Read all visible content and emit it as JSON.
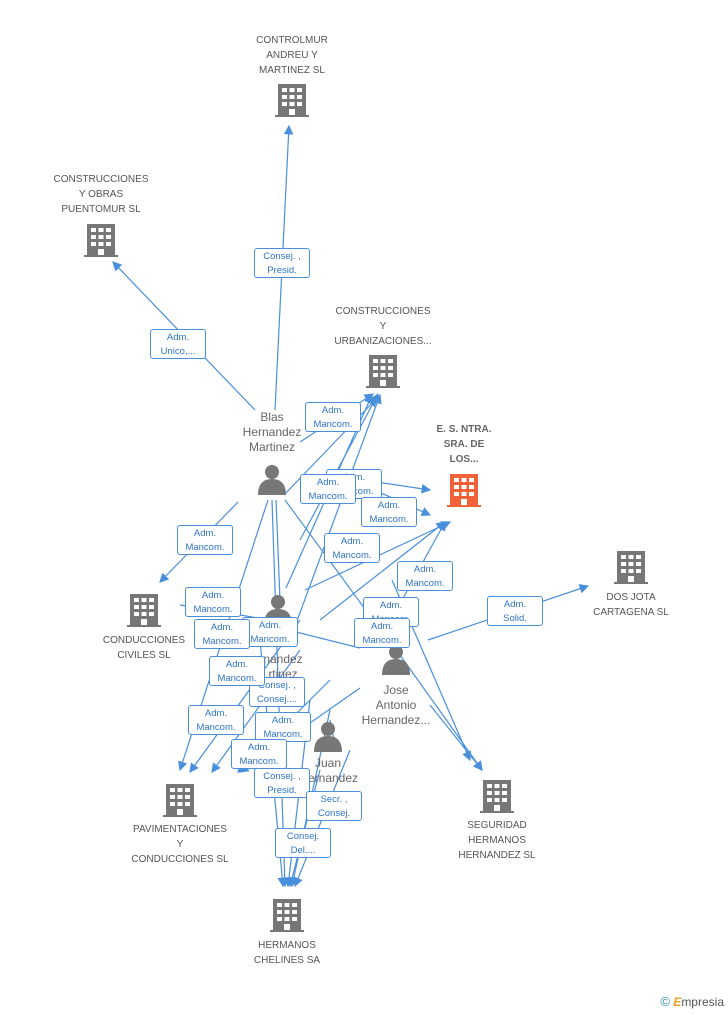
{
  "colors": {
    "edge": "#4a8fdc",
    "company": "#777777",
    "highlight": "#f0623a",
    "person": "#777777"
  },
  "companies": [
    {
      "id": "controlmur",
      "lines": [
        "CONTROLMUR",
        "ANDREU Y",
        "MARTINEZ SL"
      ],
      "icon": "building-icon"
    },
    {
      "id": "puentomur",
      "lines": [
        "CONSTRUCCIONES",
        "Y OBRAS",
        "PUENTOMUR SL"
      ],
      "icon": "building-icon"
    },
    {
      "id": "urbanizaciones",
      "lines": [
        "CONSTRUCCIONES",
        "Y",
        "URBANIZACIONES..."
      ],
      "icon": "building-icon"
    },
    {
      "id": "nstra",
      "lines": [
        "E. S. NTRA.",
        "SRA. DE",
        "LOS..."
      ],
      "icon": "building-icon",
      "highlight": true
    },
    {
      "id": "dosjota",
      "lines": [
        "DOS JOTA",
        "CARTAGENA SL"
      ],
      "icon": "building-icon"
    },
    {
      "id": "conducciones",
      "lines": [
        "CONDUCCIONES",
        "CIVILES SL"
      ],
      "icon": "building-icon"
    },
    {
      "id": "pavimentaciones",
      "lines": [
        "PAVIMENTACIONES",
        "Y",
        "CONDUCCIONES SL"
      ],
      "icon": "building-icon"
    },
    {
      "id": "seguridad",
      "lines": [
        "SEGURIDAD",
        "HERMANOS",
        "HERNANDEZ SL"
      ],
      "icon": "building-icon"
    },
    {
      "id": "chelines",
      "lines": [
        "HERMANOS",
        "CHELINES SA"
      ],
      "icon": "building-icon"
    }
  ],
  "persons": [
    {
      "id": "blas",
      "lines": [
        "Blas",
        "Hernandez",
        "Martinez"
      ],
      "icon": "person-icon"
    },
    {
      "id": "p2",
      "lines": [
        "...nandez",
        "...rtinez"
      ],
      "icon": "person-icon"
    },
    {
      "id": "jose",
      "lines": [
        "Jose",
        "Antonio",
        "Hernandez..."
      ],
      "icon": "person-icon"
    },
    {
      "id": "juan",
      "lines": [
        "Juan",
        "...ernandez",
        "..."
      ],
      "icon": "person-icon"
    }
  ],
  "edge_labels": [
    {
      "lines": [
        "Consej. ,",
        "Presid."
      ]
    },
    {
      "lines": [
        "Adm.",
        "Unico,..."
      ]
    },
    {
      "lines": [
        "Adm.",
        "Mancom."
      ]
    },
    {
      "lines": [
        "Adm.",
        "Mancom."
      ]
    },
    {
      "lines": [
        "Adm.",
        "Mancom."
      ]
    },
    {
      "lines": [
        "Adm.",
        "Mancom."
      ]
    },
    {
      "lines": [
        "Adm.",
        "Mancom."
      ]
    },
    {
      "lines": [
        "Adm.",
        "Mancom."
      ]
    },
    {
      "lines": [
        "Adm.",
        "Mancom."
      ]
    },
    {
      "lines": [
        "Adm.",
        "Solid."
      ]
    },
    {
      "lines": [
        "Adm.",
        "Mancom."
      ]
    },
    {
      "lines": [
        "Adm.",
        "Mancom."
      ]
    },
    {
      "lines": [
        "Adm.",
        "Mancom."
      ]
    },
    {
      "lines": [
        "Adm.",
        "Mancom."
      ]
    },
    {
      "lines": [
        "Adm.",
        "Mancom."
      ]
    },
    {
      "lines": [
        "Consej. ,",
        "Consej...."
      ]
    },
    {
      "lines": [
        "Adm.",
        "Mancom."
      ]
    },
    {
      "lines": [
        "Adm.",
        "Mancom."
      ]
    },
    {
      "lines": [
        "Adm.",
        "Mancom."
      ]
    },
    {
      "lines": [
        "Adm.",
        "Mancom."
      ]
    },
    {
      "lines": [
        "Consej. ,",
        "Presid."
      ]
    },
    {
      "lines": [
        "Secr. ,",
        "Consej."
      ]
    },
    {
      "lines": [
        "Consej.",
        "Del...."
      ]
    }
  ],
  "brand": {
    "copyright": "©",
    "name": "mpresia",
    "initial": "E"
  }
}
